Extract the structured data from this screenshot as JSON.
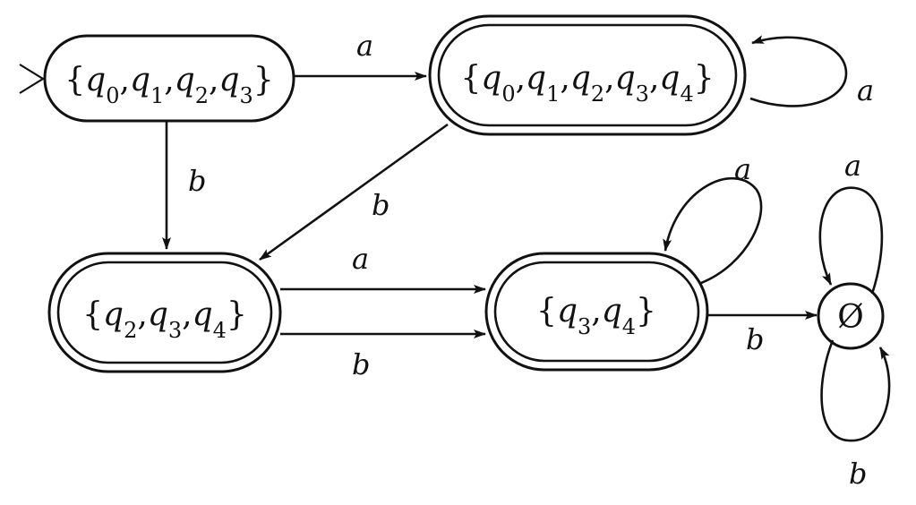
{
  "states": {
    "s0123": {
      "name": "q0q1q2q3",
      "elements": [
        {
          "var": "q",
          "sub": "0"
        },
        {
          "var": "q",
          "sub": "1"
        },
        {
          "var": "q",
          "sub": "2"
        },
        {
          "var": "q",
          "sub": "3"
        }
      ],
      "accepting": false,
      "start": true
    },
    "s01234": {
      "name": "q0q1q2q3q4",
      "elements": [
        {
          "var": "q",
          "sub": "0"
        },
        {
          "var": "q",
          "sub": "1"
        },
        {
          "var": "q",
          "sub": "2"
        },
        {
          "var": "q",
          "sub": "3"
        },
        {
          "var": "q",
          "sub": "4"
        }
      ],
      "accepting": true,
      "start": false
    },
    "s234": {
      "name": "q2q3q4",
      "elements": [
        {
          "var": "q",
          "sub": "2"
        },
        {
          "var": "q",
          "sub": "3"
        },
        {
          "var": "q",
          "sub": "4"
        }
      ],
      "accepting": true,
      "start": false
    },
    "s34": {
      "name": "q3q4",
      "elements": [
        {
          "var": "q",
          "sub": "3"
        },
        {
          "var": "q",
          "sub": "4"
        }
      ],
      "accepting": true,
      "start": false
    },
    "sempty": {
      "name": "empty",
      "label": "Ø",
      "accepting": false,
      "start": false
    }
  },
  "edges": {
    "e1": {
      "from": "s0123",
      "to": "s01234",
      "symbol": "a"
    },
    "e2": {
      "from": "s0123",
      "to": "s234",
      "symbol": "b"
    },
    "e3": {
      "from": "s01234",
      "to": "s01234",
      "symbol": "a"
    },
    "e4": {
      "from": "s01234",
      "to": "s234",
      "symbol": "b"
    },
    "e5": {
      "from": "s234",
      "to": "s34",
      "symbol": "a"
    },
    "e6": {
      "from": "s234",
      "to": "s34",
      "symbol": "b"
    },
    "e7": {
      "from": "s34",
      "to": "s34",
      "symbol": "a"
    },
    "e8": {
      "from": "s34",
      "to": "sempty",
      "symbol": "b"
    },
    "e9": {
      "from": "sempty",
      "to": "sempty",
      "symbol": "a"
    },
    "e10": {
      "from": "sempty",
      "to": "sempty",
      "symbol": "b"
    }
  },
  "colors": {
    "ink": "#111111",
    "background": "#ffffff"
  }
}
